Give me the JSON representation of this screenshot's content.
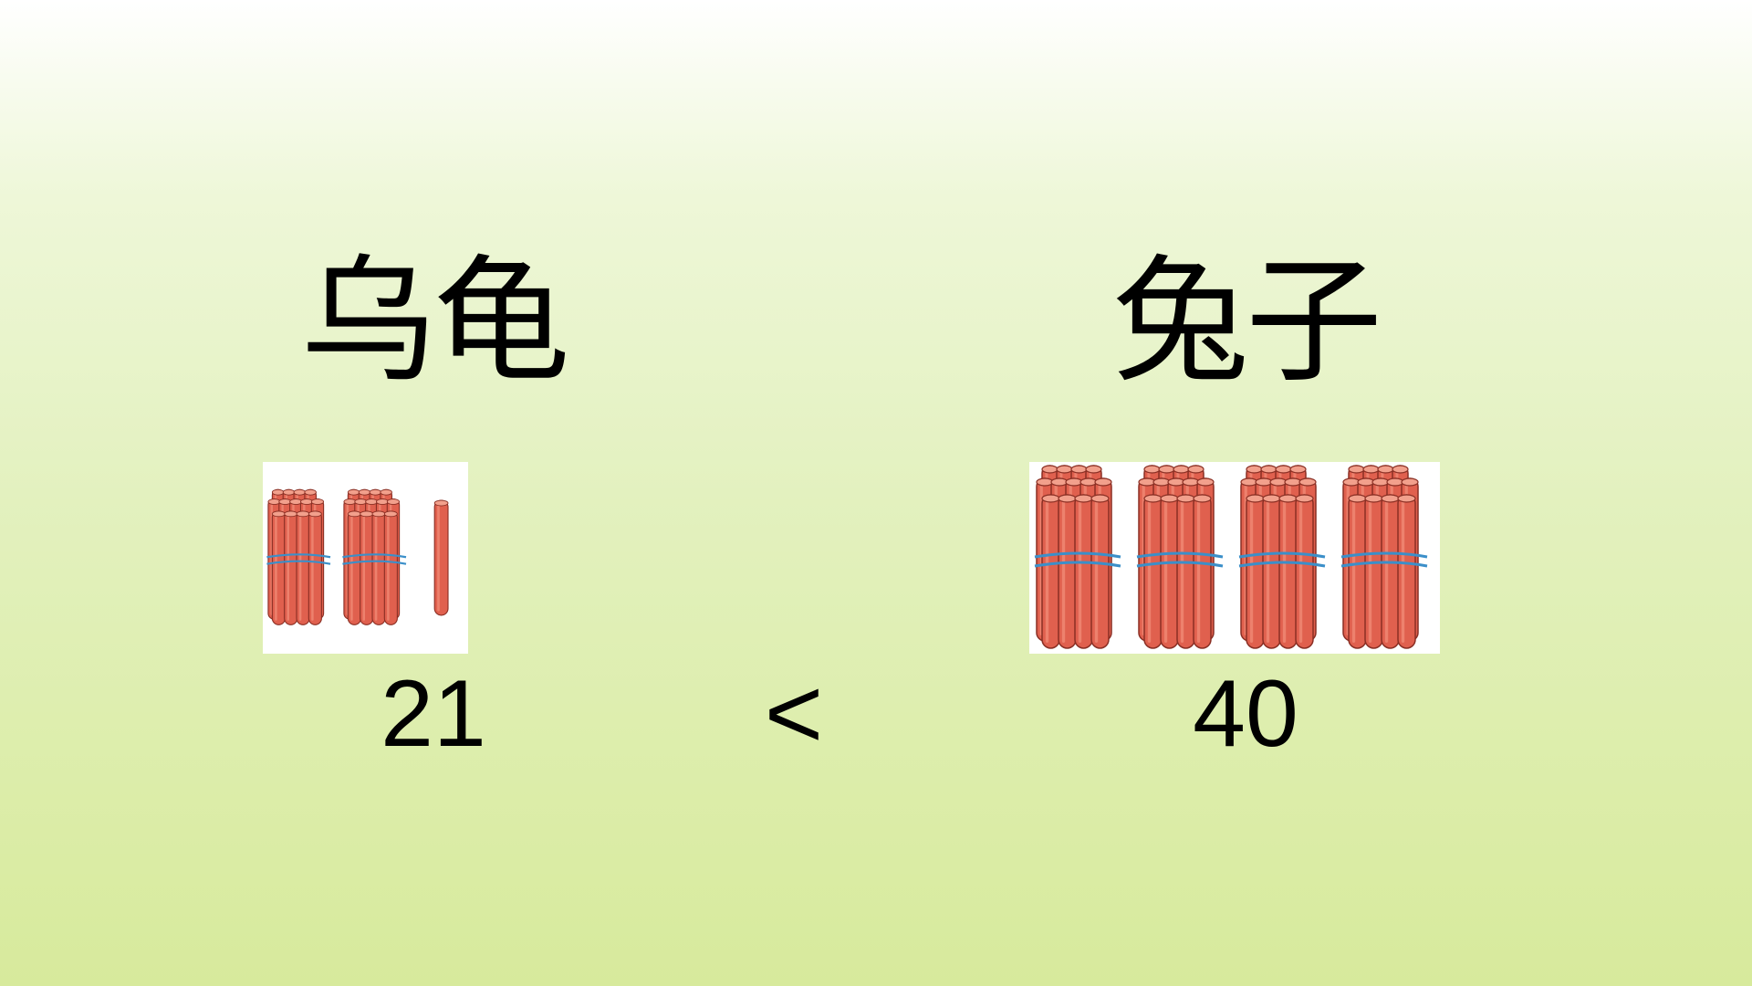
{
  "left": {
    "name": "乌龟",
    "number": "21",
    "bundles": 2,
    "singles": 1
  },
  "comparison": "<",
  "right": {
    "name": "兔子",
    "number": "40",
    "bundles": 4,
    "singles": 0
  },
  "colors": {
    "stick_body": "#e0604e",
    "stick_edge": "#8a2f24",
    "stick_top": "#f2a08c",
    "band": "#3b8fc9",
    "background_top": "#ffffff",
    "background_bottom": "#d7ea9c"
  },
  "icons": {
    "bundle": "stick-bundle-icon",
    "single": "single-stick-icon"
  }
}
